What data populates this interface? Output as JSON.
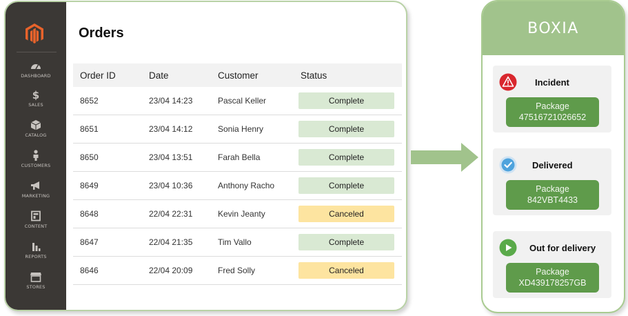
{
  "sidebar": {
    "items": [
      {
        "label": "DASHBOARD",
        "icon": "dashboard-icon"
      },
      {
        "label": "SALES",
        "icon": "dollar-icon"
      },
      {
        "label": "CATALOG",
        "icon": "box-icon"
      },
      {
        "label": "CUSTOMERS",
        "icon": "person-icon"
      },
      {
        "label": "MARKETING",
        "icon": "megaphone-icon"
      },
      {
        "label": "CONTENT",
        "icon": "layout-icon"
      },
      {
        "label": "REPORTS",
        "icon": "bar-chart-icon"
      },
      {
        "label": "STORES",
        "icon": "storefront-icon"
      }
    ]
  },
  "orders": {
    "title": "Orders",
    "columns": [
      "Order ID",
      "Date",
      "Customer",
      "Status"
    ],
    "rows": [
      {
        "id": "8652",
        "date": "23/04 14:23",
        "customer": "Pascal Keller",
        "status": "Complete"
      },
      {
        "id": "8651",
        "date": "23/04 14:12",
        "customer": "Sonia Henry",
        "status": "Complete"
      },
      {
        "id": "8650",
        "date": "23/04 13:51",
        "customer": "Farah Bella",
        "status": "Complete"
      },
      {
        "id": "8649",
        "date": "23/04 10:36",
        "customer": "Anthony Racho",
        "status": "Complete"
      },
      {
        "id": "8648",
        "date": "22/04 22:31",
        "customer": "Kevin Jeanty",
        "status": "Canceled"
      },
      {
        "id": "8647",
        "date": "22/04 21:35",
        "customer": "Tim Vallo",
        "status": "Complete"
      },
      {
        "id": "8646",
        "date": "22/04 20:09",
        "customer": "Fred Solly",
        "status": "Canceled"
      }
    ]
  },
  "colors": {
    "complete": "#d9e9d3",
    "canceled": "#fde4a0",
    "sidebar": "#3b3835",
    "brand_green": "#a1c38c",
    "package_green": "#5f9b4b",
    "incident_red": "#d9272e",
    "delivered_blue": "#4ea3dd",
    "transit_green": "#5aaa4a"
  },
  "panel": {
    "brand": "BOXIA",
    "cards": [
      {
        "status": "Incident",
        "icon": "warning-icon",
        "package_label": "Package",
        "package_number": "47516721026652"
      },
      {
        "status": "Delivered",
        "icon": "check-circle-icon",
        "package_label": "Package",
        "package_number": "842VBT4433"
      },
      {
        "status": "Out for delivery",
        "icon": "play-circle-icon",
        "package_label": "Package",
        "package_number": "XD439178257GB"
      }
    ]
  }
}
